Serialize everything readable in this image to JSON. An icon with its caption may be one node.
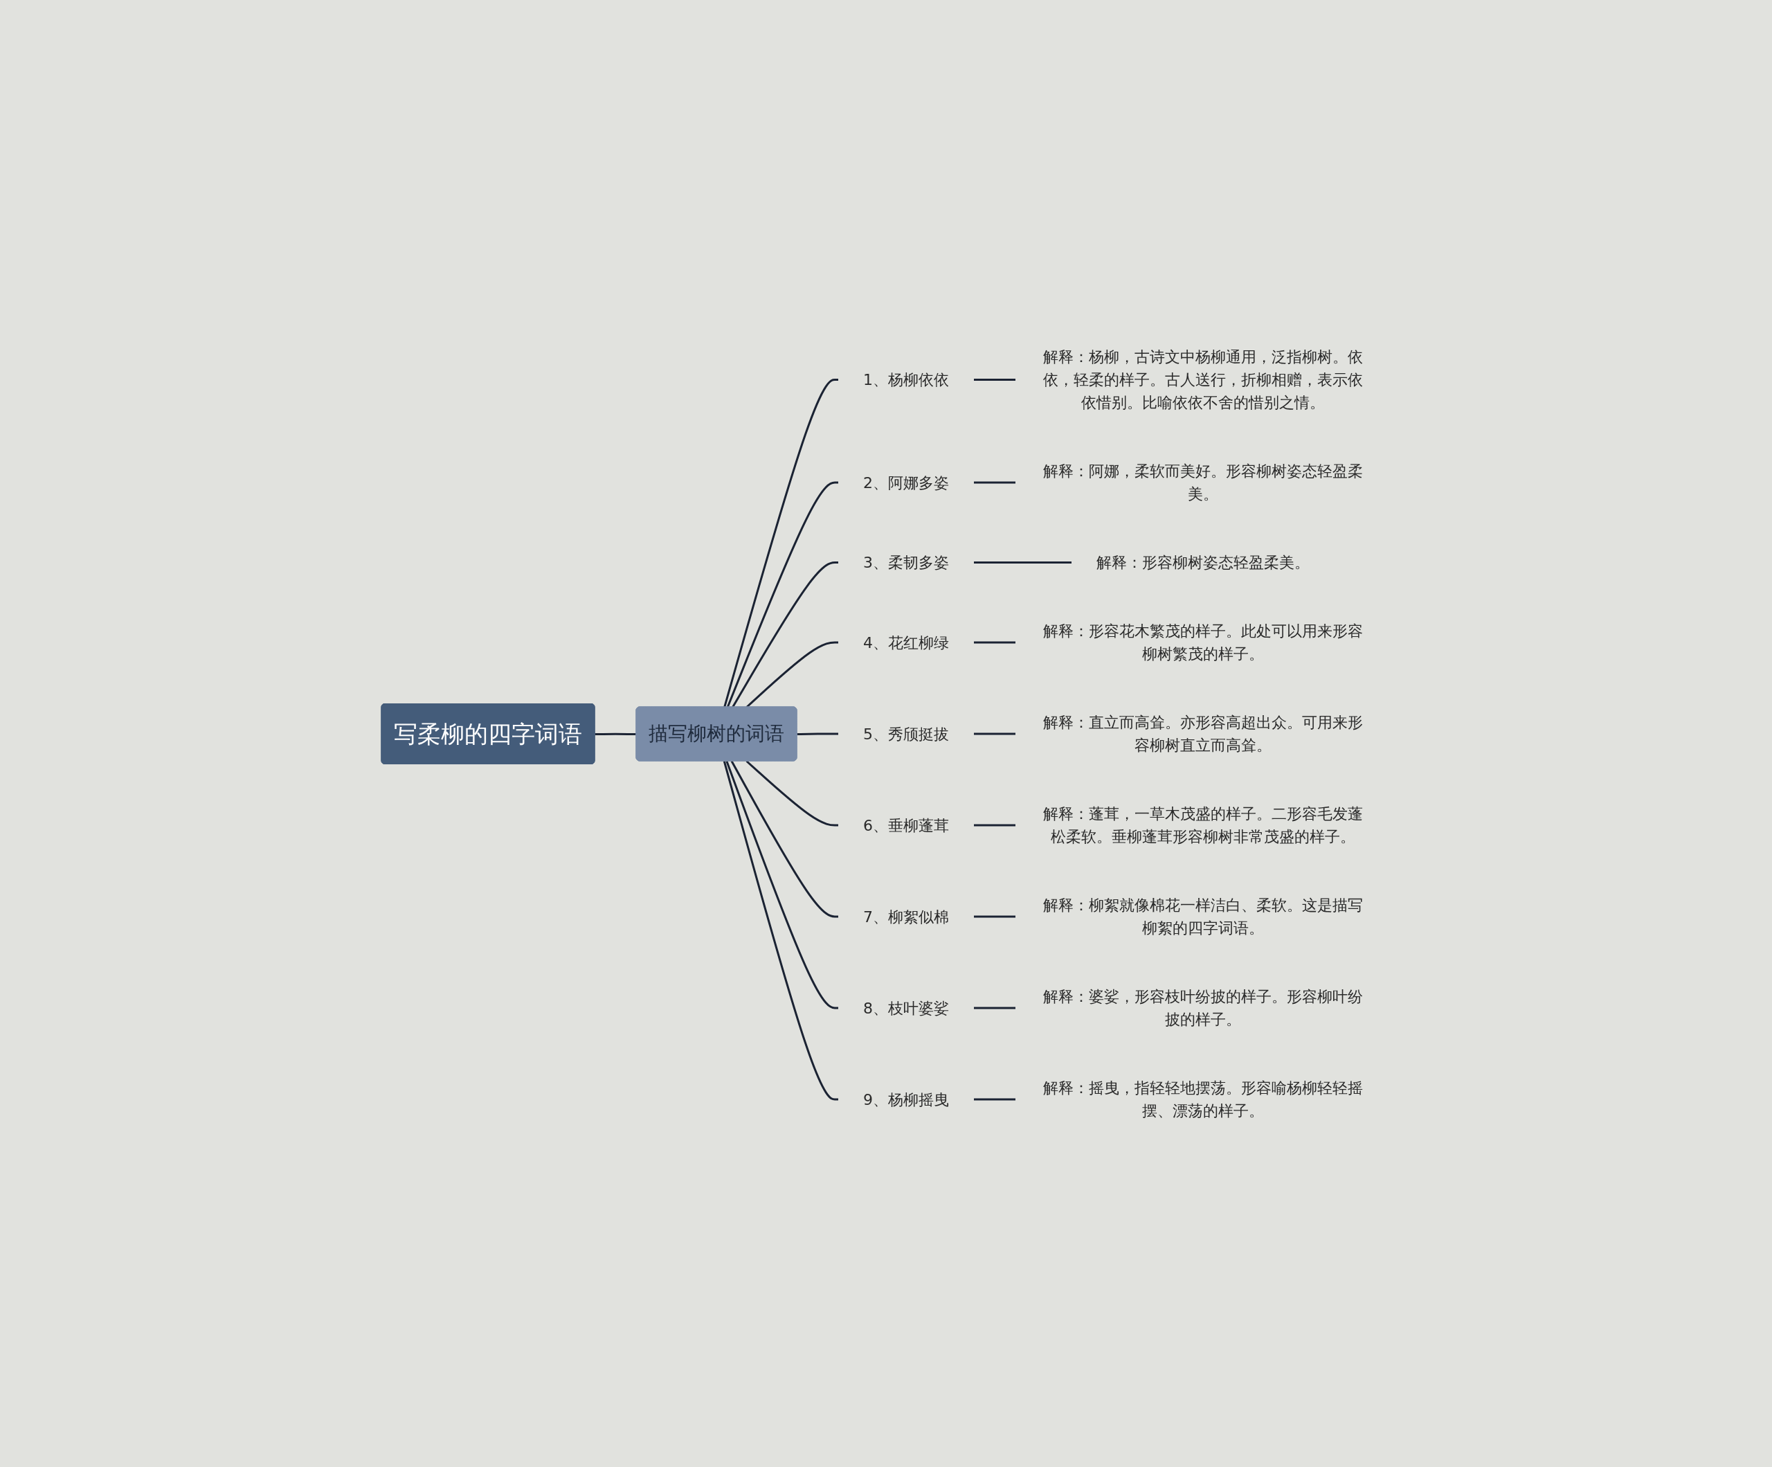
{
  "diagram": {
    "nodes": [
      {
        "text": [
          "写柔柳的四字词语"
        ]
      },
      {
        "text": [
          "描写柳树的词语"
        ]
      },
      {
        "text": [
          "1、杨柳依依"
        ]
      },
      {
        "text": [
          "解释：杨柳，古诗文中杨柳通用，泛指柳树。依依，轻柔的样子。古人送行，折柳相赠，表示依依惜别。比喻依依不舍的惜别之情。"
        ]
      },
      {
        "text": [
          "2、阿娜多姿"
        ]
      },
      {
        "text": [
          "解释：阿娜，柔软而美好。形容柳树姿态轻盈柔美。"
        ]
      },
      {
        "text": [
          "3、柔韧多姿"
        ]
      },
      {
        "text": [
          "解释：形容柳树姿态轻盈柔美。"
        ]
      },
      {
        "text": [
          "4、花红柳绿"
        ]
      },
      {
        "text": [
          "解释：形容花木繁茂的样子。此处可以用来形容柳树繁茂的样子。"
        ]
      },
      {
        "text": [
          "5、秀颀挺拔"
        ]
      },
      {
        "text": [
          "解释：直立而高耸。亦形容高超出众。可用来形容柳树直立而高耸。"
        ]
      },
      {
        "text": [
          "6、垂柳蓬茸"
        ]
      },
      {
        "text": [
          "解释：蓬茸，一草木茂盛的样子。二形容毛发蓬松柔软。垂柳蓬茸形容柳树非常茂盛的样子。"
        ]
      },
      {
        "text": [
          "7、柳絮似棉"
        ]
      },
      {
        "text": [
          "解释：柳絮就像棉花一样洁白、柔软。这是描写柳絮的四字词语。"
        ]
      },
      {
        "text": [
          "8、枝叶婆娑"
        ]
      },
      {
        "text": [
          "解释：婆娑，形容枝叶纷披的样子。形容柳叶纷披的样子。"
        ]
      },
      {
        "text": [
          "9、杨柳摇曳"
        ]
      },
      {
        "text": [
          "解释：摇曳，指轻轻地摆荡。形容喻杨柳轻轻摇摆、漂荡的样子。"
        ]
      }
    ],
    "edges": [
      {
        "from": 0,
        "to": 1,
        "arrow": "none"
      },
      {
        "from": 1,
        "to": 2,
        "arrow": "none"
      },
      {
        "from": 2,
        "to": 3,
        "arrow": "none"
      },
      {
        "from": 1,
        "to": 4,
        "arrow": "none"
      },
      {
        "from": 4,
        "to": 5,
        "arrow": "none"
      },
      {
        "from": 1,
        "to": 6,
        "arrow": "none"
      },
      {
        "from": 6,
        "to": 7,
        "arrow": "none"
      },
      {
        "from": 1,
        "to": 8,
        "arrow": "none"
      },
      {
        "from": 8,
        "to": 9,
        "arrow": "none"
      },
      {
        "from": 1,
        "to": 10,
        "arrow": "none"
      },
      {
        "from": 10,
        "to": 11,
        "arrow": "none"
      },
      {
        "from": 1,
        "to": 12,
        "arrow": "none"
      },
      {
        "from": 12,
        "to": 13,
        "arrow": "none"
      },
      {
        "from": 1,
        "to": 14,
        "arrow": "none"
      },
      {
        "from": 14,
        "to": 15,
        "arrow": "none"
      },
      {
        "from": 1,
        "to": 16,
        "arrow": "none"
      },
      {
        "from": 16,
        "to": 17,
        "arrow": "none"
      },
      {
        "from": 1,
        "to": 18,
        "arrow": "none"
      },
      {
        "from": 18,
        "to": 19,
        "arrow": "none"
      }
    ]
  }
}
